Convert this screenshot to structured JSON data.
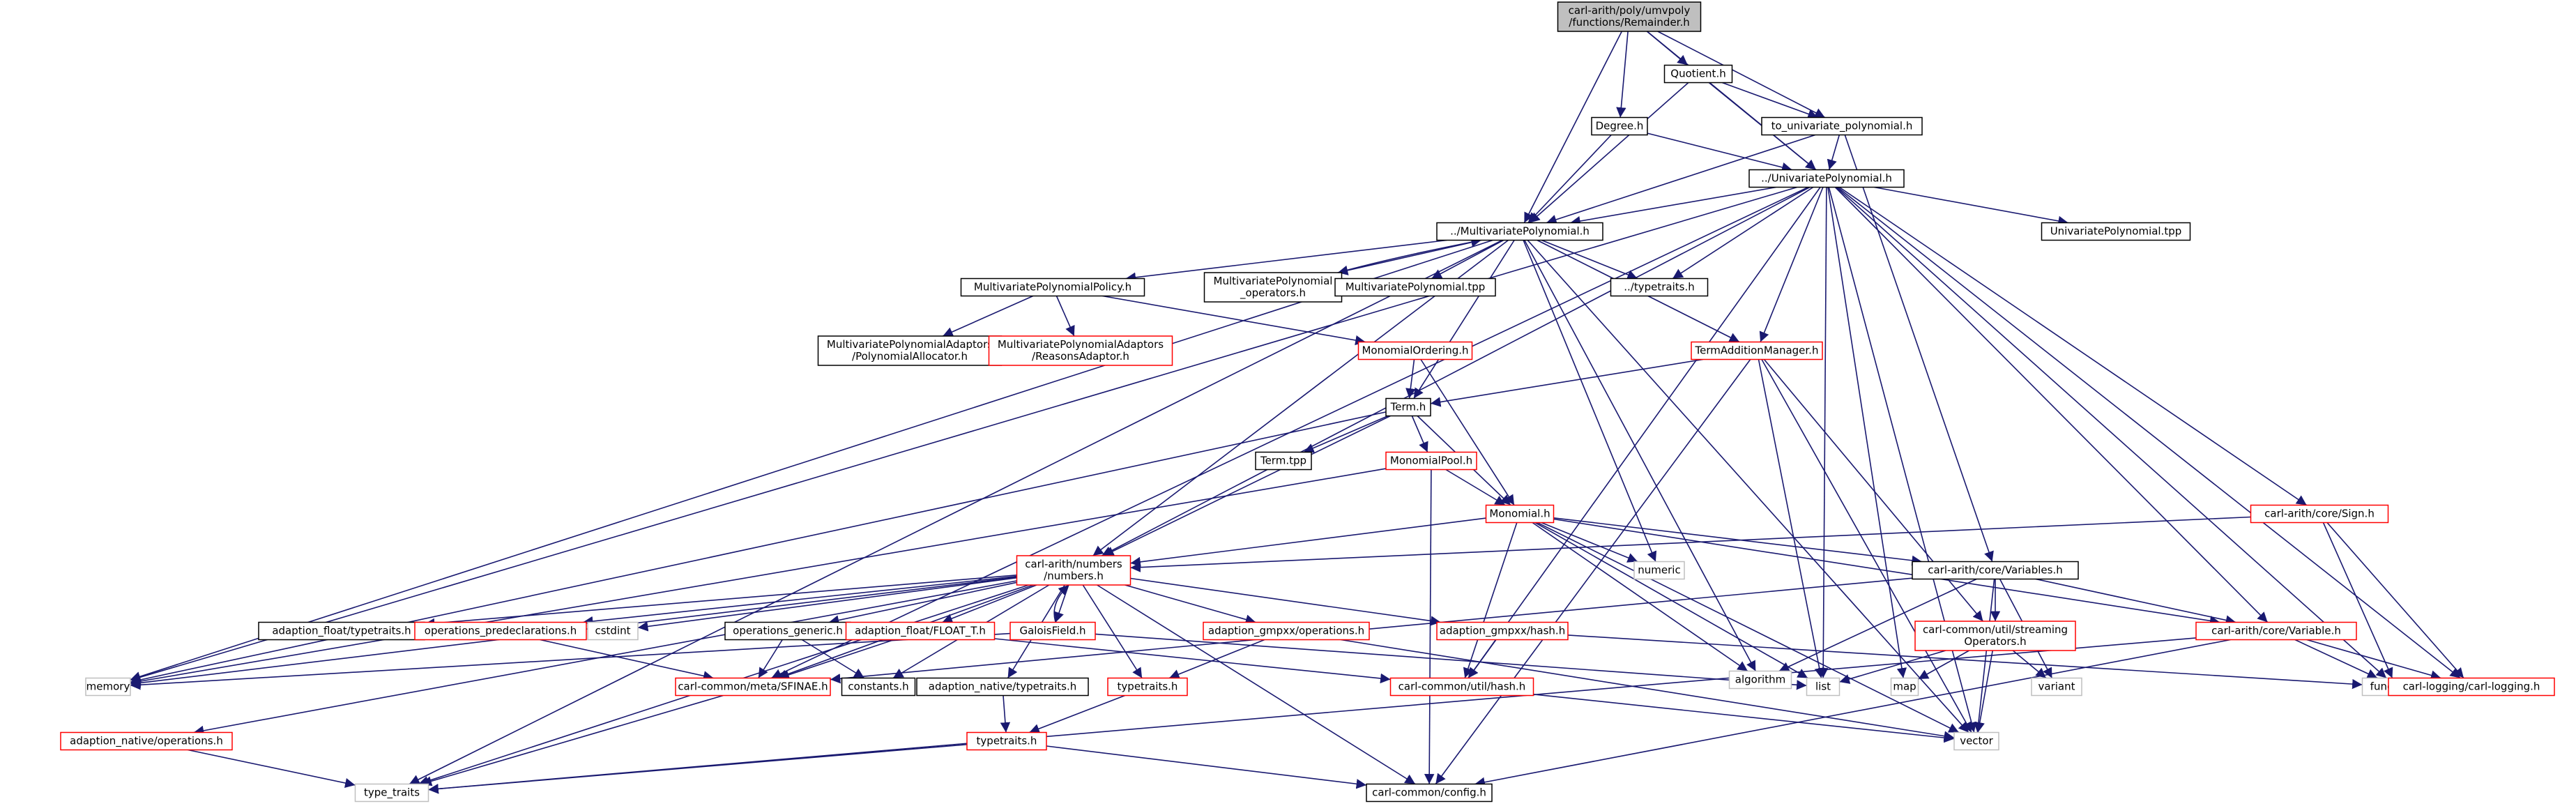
{
  "nodes": [
    {
      "id": "root",
      "lines": [
        "carl-arith/poly/umvpoly",
        "/functions/Remainder.h"
      ],
      "style": "root"
    },
    {
      "id": "quotient",
      "lines": [
        "Quotient.h"
      ],
      "style": "black"
    },
    {
      "id": "degree",
      "lines": [
        "Degree.h"
      ],
      "style": "black"
    },
    {
      "id": "to_univ",
      "lines": [
        "to_univariate_polynomial.h"
      ],
      "style": "black"
    },
    {
      "id": "univ",
      "lines": [
        "../UnivariatePolynomial.h"
      ],
      "style": "black"
    },
    {
      "id": "univ_tpp",
      "lines": [
        "UnivariatePolynomial.tpp"
      ],
      "style": "black"
    },
    {
      "id": "multi",
      "lines": [
        "../MultivariatePolynomial.h"
      ],
      "style": "black"
    },
    {
      "id": "policy",
      "lines": [
        "MultivariatePolynomialPolicy.h"
      ],
      "style": "black"
    },
    {
      "id": "mp_ops",
      "lines": [
        "MultivariatePolynomial",
        "_operators.h"
      ],
      "style": "black"
    },
    {
      "id": "mp_tpp",
      "lines": [
        "MultivariatePolynomial.tpp"
      ],
      "style": "black"
    },
    {
      "id": "typetraits_up",
      "lines": [
        "../typetraits.h"
      ],
      "style": "black"
    },
    {
      "id": "alloc",
      "lines": [
        "MultivariatePolynomialAdaptors",
        "/PolynomialAllocator.h"
      ],
      "style": "black"
    },
    {
      "id": "reasons",
      "lines": [
        "MultivariatePolynomialAdaptors",
        "/ReasonsAdaptor.h"
      ],
      "style": "red"
    },
    {
      "id": "monordering",
      "lines": [
        "MonomialOrdering.h"
      ],
      "style": "red"
    },
    {
      "id": "termadd",
      "lines": [
        "TermAdditionManager.h"
      ],
      "style": "red"
    },
    {
      "id": "term",
      "lines": [
        "Term.h"
      ],
      "style": "black"
    },
    {
      "id": "term_tpp",
      "lines": [
        "Term.tpp"
      ],
      "style": "black"
    },
    {
      "id": "monpool",
      "lines": [
        "MonomialPool.h"
      ],
      "style": "red"
    },
    {
      "id": "monomial",
      "lines": [
        "Monomial.h"
      ],
      "style": "red"
    },
    {
      "id": "sign",
      "lines": [
        "carl-arith/core/Sign.h"
      ],
      "style": "red"
    },
    {
      "id": "numbers",
      "lines": [
        "carl-arith/numbers",
        "/numbers.h"
      ],
      "style": "red"
    },
    {
      "id": "variables",
      "lines": [
        "carl-arith/core/Variables.h"
      ],
      "style": "black"
    },
    {
      "id": "numeric",
      "lines": [
        "numeric"
      ],
      "style": "gray"
    },
    {
      "id": "af_typetraits",
      "lines": [
        "adaption_float/typetraits.h"
      ],
      "style": "black"
    },
    {
      "id": "ops_pre",
      "lines": [
        "operations_predeclarations.h"
      ],
      "style": "red"
    },
    {
      "id": "cstdint",
      "lines": [
        "cstdint"
      ],
      "style": "gray"
    },
    {
      "id": "ops_gen",
      "lines": [
        "operations_generic.h"
      ],
      "style": "black"
    },
    {
      "id": "af_float",
      "lines": [
        "adaption_float/FLOAT_T.h"
      ],
      "style": "red"
    },
    {
      "id": "galois",
      "lines": [
        "GaloisField.h"
      ],
      "style": "red"
    },
    {
      "id": "gmpxx_ops",
      "lines": [
        "adaption_gmpxx/operations.h"
      ],
      "style": "red"
    },
    {
      "id": "gmpxx_hash",
      "lines": [
        "adaption_gmpxx/hash.h"
      ],
      "style": "red"
    },
    {
      "id": "streaming",
      "lines": [
        "carl-common/util/streaming",
        "Operators.h"
      ],
      "style": "red"
    },
    {
      "id": "variable",
      "lines": [
        "carl-arith/core/Variable.h"
      ],
      "style": "red"
    },
    {
      "id": "algorithm",
      "lines": [
        "algorithm"
      ],
      "style": "gray"
    },
    {
      "id": "memory",
      "lines": [
        "memory"
      ],
      "style": "gray"
    },
    {
      "id": "sfinae",
      "lines": [
        "carl-common/meta/SFINAE.h"
      ],
      "style": "red"
    },
    {
      "id": "constants",
      "lines": [
        "constants.h"
      ],
      "style": "black"
    },
    {
      "id": "an_typetraits",
      "lines": [
        "adaption_native/typetraits.h"
      ],
      "style": "black"
    },
    {
      "id": "typetraits_red",
      "lines": [
        "typetraits.h"
      ],
      "style": "red"
    },
    {
      "id": "list",
      "lines": [
        "list"
      ],
      "style": "gray"
    },
    {
      "id": "map",
      "lines": [
        "map"
      ],
      "style": "gray"
    },
    {
      "id": "variant",
      "lines": [
        "variant"
      ],
      "style": "gray"
    },
    {
      "id": "functional",
      "lines": [
        "functional"
      ],
      "style": "gray"
    },
    {
      "id": "logging",
      "lines": [
        "carl-logging/carl-logging.h"
      ],
      "style": "red"
    },
    {
      "id": "hash",
      "lines": [
        "carl-common/util/hash.h"
      ],
      "style": "red"
    },
    {
      "id": "an_ops",
      "lines": [
        "adaption_native/operations.h"
      ],
      "style": "red"
    },
    {
      "id": "typetraits_low",
      "lines": [
        "typetraits.h"
      ],
      "style": "red"
    },
    {
      "id": "vector",
      "lines": [
        "vector"
      ],
      "style": "gray"
    },
    {
      "id": "type_traits",
      "lines": [
        "type_traits"
      ],
      "style": "gray"
    },
    {
      "id": "config",
      "lines": [
        "carl-common/config.h"
      ],
      "style": "black"
    }
  ],
  "edges": [
    [
      "root",
      "quotient"
    ],
    [
      "root",
      "degree"
    ],
    [
      "root",
      "to_univ"
    ],
    [
      "root",
      "univ"
    ],
    [
      "root",
      "multi"
    ],
    [
      "quotient",
      "to_univ"
    ],
    [
      "quotient",
      "univ"
    ],
    [
      "quotient",
      "multi"
    ],
    [
      "degree",
      "univ"
    ],
    [
      "degree",
      "multi"
    ],
    [
      "to_univ",
      "univ"
    ],
    [
      "to_univ",
      "multi"
    ],
    [
      "to_univ",
      "variables"
    ],
    [
      "univ",
      "multi"
    ],
    [
      "univ",
      "univ_tpp"
    ],
    [
      "univ",
      "typetraits_up"
    ],
    [
      "univ",
      "sign"
    ],
    [
      "univ",
      "variable"
    ],
    [
      "univ",
      "logging"
    ],
    [
      "univ",
      "functional"
    ],
    [
      "univ",
      "memory"
    ],
    [
      "univ",
      "vector"
    ],
    [
      "univ",
      "map"
    ],
    [
      "univ",
      "list"
    ],
    [
      "univ",
      "numbers"
    ],
    [
      "univ",
      "hash"
    ],
    [
      "univ",
      "termadd"
    ],
    [
      "univ",
      "sfinae"
    ],
    [
      "multi",
      "policy"
    ],
    [
      "multi",
      "mp_ops"
    ],
    [
      "multi",
      "mp_tpp"
    ],
    [
      "multi",
      "typetraits_up"
    ],
    [
      "multi",
      "termadd"
    ],
    [
      "multi",
      "term"
    ],
    [
      "multi",
      "numbers"
    ],
    [
      "multi",
      "numeric"
    ],
    [
      "multi",
      "algorithm"
    ],
    [
      "multi",
      "vector"
    ],
    [
      "multi",
      "memory"
    ],
    [
      "multi",
      "type_traits"
    ],
    [
      "mp_ops",
      "multi"
    ],
    [
      "policy",
      "alloc"
    ],
    [
      "policy",
      "reasons"
    ],
    [
      "policy",
      "monordering"
    ],
    [
      "monordering",
      "term"
    ],
    [
      "monordering",
      "monomial"
    ],
    [
      "termadd",
      "term"
    ],
    [
      "termadd",
      "list"
    ],
    [
      "termadd",
      "vector"
    ],
    [
      "termadd",
      "config"
    ],
    [
      "termadd",
      "streaming"
    ],
    [
      "term",
      "term_tpp"
    ],
    [
      "term",
      "monpool"
    ],
    [
      "term",
      "monomial"
    ],
    [
      "term",
      "numbers"
    ],
    [
      "term",
      "memory"
    ],
    [
      "monpool",
      "monomial"
    ],
    [
      "monpool",
      "config"
    ],
    [
      "monpool",
      "memory"
    ],
    [
      "monomial",
      "numbers"
    ],
    [
      "monomial",
      "variables"
    ],
    [
      "monomial",
      "variable"
    ],
    [
      "monomial",
      "numeric"
    ],
    [
      "monomial",
      "algorithm"
    ],
    [
      "monomial",
      "list"
    ],
    [
      "monomial",
      "hash"
    ],
    [
      "monomial",
      "vector"
    ],
    [
      "sign",
      "numbers"
    ],
    [
      "sign",
      "functional"
    ],
    [
      "sign",
      "logging"
    ],
    [
      "variables",
      "streaming"
    ],
    [
      "variables",
      "variable"
    ],
    [
      "variables",
      "algorithm"
    ],
    [
      "variables",
      "variant"
    ],
    [
      "variables",
      "vector"
    ],
    [
      "variables",
      "sfinae"
    ],
    [
      "streaming",
      "list"
    ],
    [
      "streaming",
      "map"
    ],
    [
      "streaming",
      "variant"
    ],
    [
      "streaming",
      "vector"
    ],
    [
      "variable",
      "logging"
    ],
    [
      "variable",
      "functional"
    ],
    [
      "variable",
      "config"
    ],
    [
      "variable",
      "type_traits"
    ],
    [
      "numbers",
      "af_typetraits"
    ],
    [
      "numbers",
      "ops_pre"
    ],
    [
      "numbers",
      "cstdint"
    ],
    [
      "numbers",
      "ops_gen"
    ],
    [
      "numbers",
      "af_float"
    ],
    [
      "numbers",
      "galois"
    ],
    [
      "numbers",
      "gmpxx_ops"
    ],
    [
      "numbers",
      "gmpxx_hash"
    ],
    [
      "numbers",
      "an_typetraits"
    ],
    [
      "numbers",
      "typetraits_red"
    ],
    [
      "numbers",
      "constants"
    ],
    [
      "numbers",
      "an_ops"
    ],
    [
      "numbers",
      "config"
    ],
    [
      "numbers",
      "type_traits"
    ],
    [
      "numbers",
      "memory"
    ],
    [
      "numbers",
      "sfinae"
    ],
    [
      "galois",
      "numbers"
    ],
    [
      "galois",
      "memory"
    ],
    [
      "galois",
      "list"
    ],
    [
      "ops_pre",
      "sfinae"
    ],
    [
      "ops_gen",
      "sfinae"
    ],
    [
      "ops_gen",
      "constants"
    ],
    [
      "af_float",
      "hash"
    ],
    [
      "af_float",
      "sfinae"
    ],
    [
      "gmpxx_ops",
      "typetraits_red"
    ],
    [
      "gmpxx_ops",
      "vector"
    ],
    [
      "gmpxx_hash",
      "hash"
    ],
    [
      "gmpxx_hash",
      "functional"
    ],
    [
      "an_typetraits",
      "typetraits_low"
    ],
    [
      "typetraits_red",
      "typetraits_low"
    ],
    [
      "typetraits_low",
      "type_traits"
    ],
    [
      "typetraits_low",
      "config"
    ],
    [
      "an_ops",
      "type_traits"
    ],
    [
      "sfinae",
      "type_traits"
    ],
    [
      "hash",
      "vector"
    ]
  ]
}
